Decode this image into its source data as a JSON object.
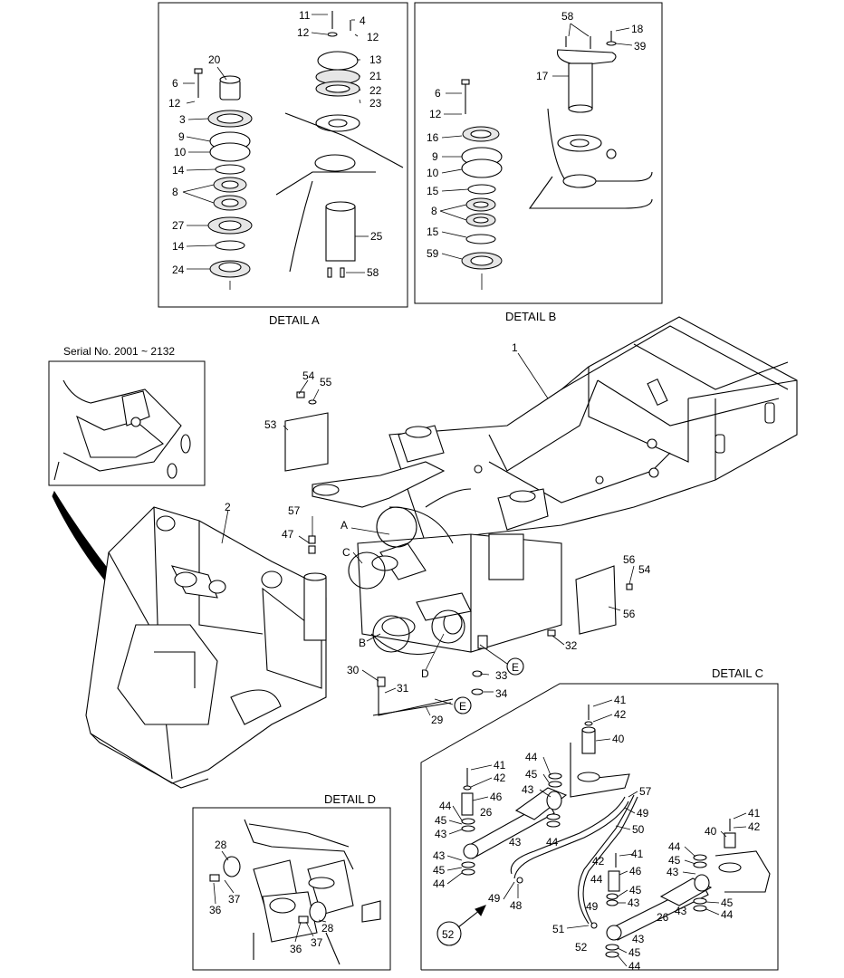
{
  "captions": {
    "detail_a": "DETAIL  A",
    "detail_b": "DETAIL  B",
    "detail_c": "DETAIL  C",
    "detail_d": "DETAIL  D",
    "serial": "Serial No. 2001 ~ 2132"
  },
  "callouts": {
    "a11": "11",
    "a4": "4",
    "a12r": "12",
    "a12l": "12",
    "a13": "13",
    "a20": "20",
    "a6": "6",
    "a12b": "12",
    "a21": "21",
    "a22": "22",
    "a23": "23",
    "a3": "3",
    "a9": "9",
    "a10": "10",
    "a14": "14",
    "a8": "8",
    "a27": "27",
    "a14b": "14",
    "a24": "24",
    "a25": "25",
    "a58": "58",
    "b58": "58",
    "b18": "18",
    "b39": "39",
    "b17": "17",
    "b6": "6",
    "b12": "12",
    "b16": "16",
    "b9": "9",
    "b10": "10",
    "b15": "15",
    "b8": "8",
    "b15b": "15",
    "b59": "59",
    "m1": "1",
    "m2": "2",
    "m54": "54",
    "m55": "55",
    "m53": "53",
    "m57": "57",
    "m47": "47",
    "mA": "A",
    "mC": "C",
    "mB": "B",
    "mD": "D",
    "m56a": "56",
    "m54b": "54",
    "m56b": "56",
    "m32": "32",
    "mE1": "E",
    "m33": "33",
    "m34": "34",
    "m30": "30",
    "m31": "31",
    "mE2": "E",
    "m29": "29",
    "d28": "28",
    "d36": "36",
    "d37": "37",
    "d28b": "28",
    "d36b": "36",
    "d37b": "37",
    "c41": "41",
    "c42": "42",
    "c40": "40",
    "c44": "44",
    "c45": "45",
    "c43": "43",
    "c57": "57",
    "c49": "49",
    "c50": "50",
    "c41b": "41",
    "c42b": "42",
    "c46": "46",
    "c44b": "44",
    "c45b": "45",
    "c43b": "43",
    "c26": "26",
    "c43c": "43",
    "c44c": "44",
    "c43d": "43",
    "c45c": "45",
    "c44d": "44",
    "c49b": "49",
    "c48": "48",
    "c52": "52",
    "c51": "51",
    "c44e": "44",
    "c42c": "42",
    "c41c": "41",
    "c46b": "46",
    "c45d": "45",
    "c43e": "43",
    "c49c": "49",
    "c52b": "52",
    "c26b": "26",
    "c43f": "43",
    "c45e": "45",
    "c44f": "44",
    "c45f": "45",
    "c44g": "44",
    "c43g": "43",
    "c41d": "41",
    "c42d": "42",
    "c40b": "40",
    "c44h": "44",
    "c45g": "45",
    "c43h": "43"
  }
}
